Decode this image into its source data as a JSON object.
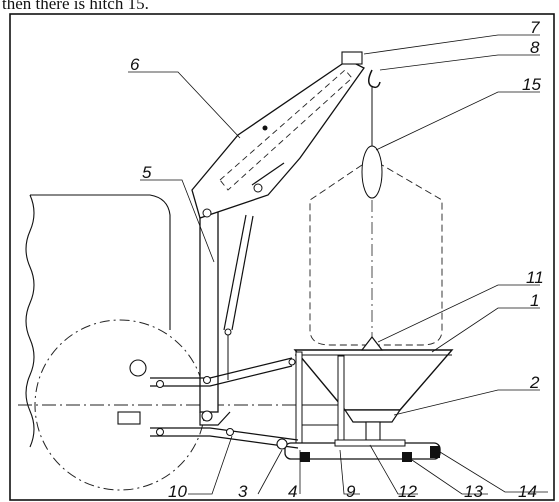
{
  "caption": "then there is hitch 15.",
  "colors": {
    "line": "#111111",
    "dashed": "#222222",
    "background": "#ffffff"
  },
  "callouts": [
    "1",
    "2",
    "3",
    "4",
    "5",
    "6",
    "7",
    "8",
    "9",
    "10",
    "11",
    "12",
    "13",
    "14",
    "15"
  ]
}
